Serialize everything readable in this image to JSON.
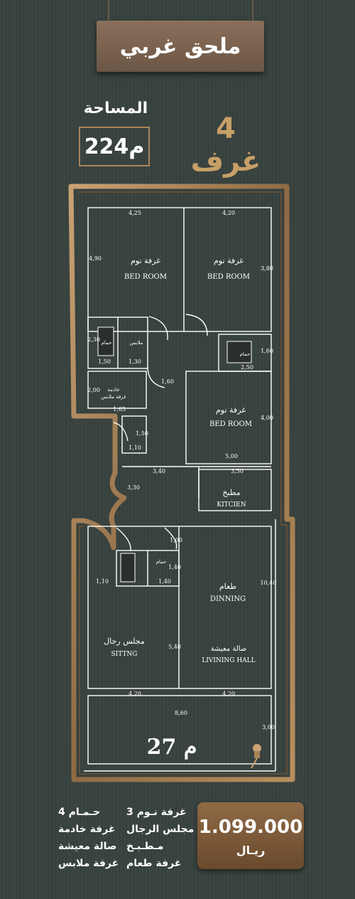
{
  "header": {
    "title": "ملحق غربي",
    "rooms": "4 غرف",
    "area_label": "المساحة",
    "area_value": "224م"
  },
  "colors": {
    "background": "#38423f",
    "wall": "#a8855a",
    "lines": "#ffffff",
    "accent": "#c7a067",
    "price_box": "#7a5838"
  },
  "plan": {
    "rooms": [
      {
        "ar": "غرفة نوم",
        "en": "BED ROOM"
      },
      {
        "ar": "غرفة نوم",
        "en": "BED ROOM"
      },
      {
        "ar": "غرفة نوم",
        "en": "BED ROOM"
      },
      {
        "ar": "مطبخ",
        "en": "KITCIEN"
      },
      {
        "ar": "طعام",
        "en": "DINNING"
      },
      {
        "ar": "صالة معيشة",
        "en": "LIVINING HALL"
      },
      {
        "ar": "مجلس رجال",
        "en": "SITTNG"
      },
      {
        "ar": "حمام"
      },
      {
        "ar": "حمام"
      },
      {
        "ar": "حمام"
      },
      {
        "ar": "ملابس"
      },
      {
        "ar": "غرفة ملابس"
      },
      {
        "ar": "خادمة"
      }
    ],
    "dims": [
      "4,25",
      "4,20",
      "4,90",
      "3,80",
      "2,30",
      "1,50",
      "1,30",
      "1,60",
      "2,50",
      "1,60",
      "2,00",
      "1,65",
      "1,50",
      "1,10",
      "5,00",
      "4,00",
      "3,40",
      "3,50",
      "3,30",
      "1,00",
      "1,40",
      "1,10",
      "1,40",
      "10,40",
      "4,20",
      "4,20",
      "8,60",
      "3,00",
      "5,40"
    ],
    "terrace": "27 م"
  },
  "features": {
    "col_right": [
      "3 غرفة نـوم",
      "مجلس الرجال",
      "مـطـبـخ",
      "غرفة طعام"
    ],
    "col_left": [
      "4 حـمـام",
      "غرفة خادمة",
      "صالة معيشة",
      "غرفة ملابس"
    ]
  },
  "price": {
    "amount": "1.099.000",
    "currency": "ريـال"
  }
}
